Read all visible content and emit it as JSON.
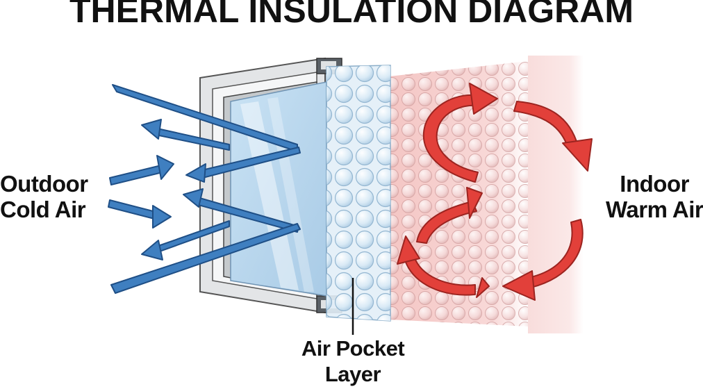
{
  "title": "THERMAL INSULATION DIAGRAM",
  "labels": {
    "outdoor": [
      "Outdoor",
      "Cold Air"
    ],
    "indoor": [
      "Indoor",
      "Warm Air"
    ],
    "air_pocket": [
      "Air Pocket",
      "Layer"
    ]
  },
  "colors": {
    "cold_arrow": "#3f7fc0",
    "warm_arrow": "#e2403a",
    "glass": "#bcd9ef",
    "frame": "#d9dcdf",
    "bubble_panel": "#dbeaf4",
    "warm_panel": "#f7d4d2"
  }
}
